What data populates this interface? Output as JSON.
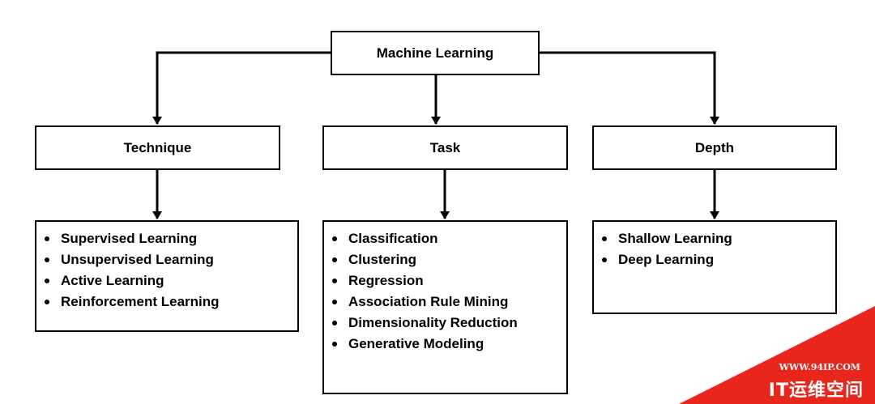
{
  "root": {
    "label": "Machine Learning"
  },
  "categories": [
    {
      "label": "Technique",
      "items": [
        "Supervised Learning",
        "Unsupervised Learning",
        "Active Learning",
        "Reinforcement Learning"
      ]
    },
    {
      "label": "Task",
      "items": [
        "Classification",
        "Clustering",
        "Regression",
        "Association Rule Mining",
        "Dimensionality Reduction",
        "Generative Modeling"
      ]
    },
    {
      "label": "Depth",
      "items": [
        "Shallow Learning",
        "Deep Learning"
      ]
    }
  ],
  "watermark": {
    "url": "WWW.94IP.COM",
    "brand": "IT运维空间",
    "color": "#e8261c"
  }
}
